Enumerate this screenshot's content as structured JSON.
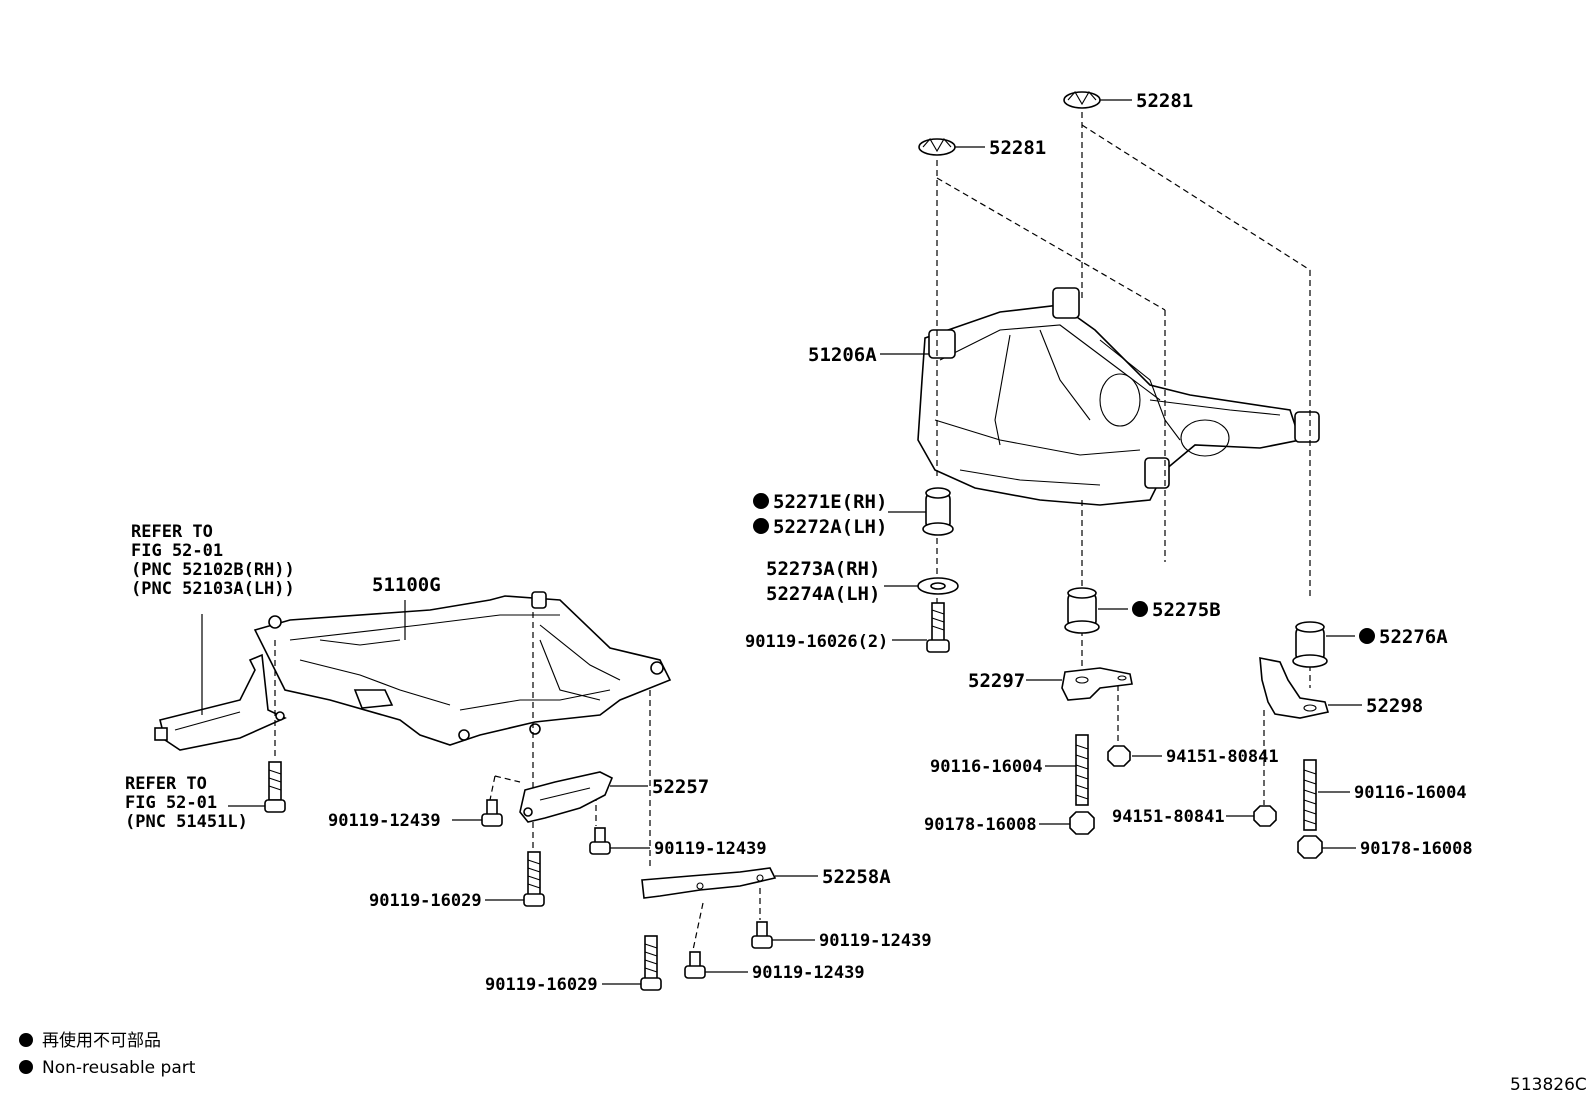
{
  "labels": {
    "p52281a": "52281",
    "p52281b": "52281",
    "p51206A": "51206A",
    "p52271E": "52271E(RH)",
    "p52272A": "52272A(LH)",
    "p52273A": "52273A(RH)",
    "p52274A": "52274A(LH)",
    "p90119_16026": "90119-16026(2)",
    "p52275B": "52275B",
    "p52297": "52297",
    "p52276A": "52276A",
    "p52298": "52298",
    "p90116a": "90116-16004",
    "p94151a": "94151-80841",
    "p90178a": "90178-16008",
    "p94151b": "94151-80841",
    "p90116b": "90116-16004",
    "p90178b": "90178-16008",
    "p51100G": "51100G",
    "p52257": "52257",
    "p90119_12439a": "90119-12439",
    "p90119_12439b": "90119-12439",
    "p90119_16029a": "90119-16029",
    "p52258A": "52258A",
    "p90119_12439c": "90119-12439",
    "p90119_16029b": "90119-16029",
    "p90119_12439d": "90119-12439"
  },
  "refer_top": [
    "REFER TO",
    "FIG 52-01",
    "(PNC 52102B(RH))",
    "(PNC 52103A(LH))"
  ],
  "refer_bottom": [
    "REFER TO",
    "FIG 52-01",
    "(PNC 51451L)"
  ],
  "legend": {
    "jp": "再使用不可部品",
    "en": "Non-reusable part"
  },
  "figure_id": "513826C"
}
